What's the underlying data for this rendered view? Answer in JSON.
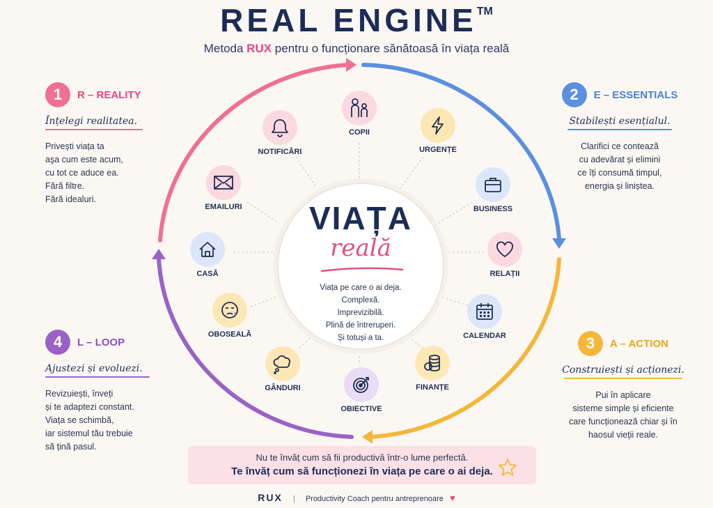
{
  "header": {
    "title": "REAL ENGINE",
    "tm": "TM",
    "subtitle_pre": "Metoda ",
    "subtitle_brand": "RUX",
    "subtitle_post": " pentru o funcționare sănătoasă în viața reală"
  },
  "steps": [
    {
      "num": "1",
      "label": "R – REALITY",
      "tagline": "Înțelegi realitatea.",
      "text": "Privești viața ta\naşa cum este acum,\ncu tot ce aduce ea.\nFără filtre.\nFără idealuri.",
      "color": "#ef6f95"
    },
    {
      "num": "2",
      "label": "E – ESSENTIALS",
      "tagline": "Stabilești esențialul.",
      "text": "Clarifici ce contează\ncu adevărat și elimini\nce îți consumă timpul,\nenergia și liniștea.",
      "color": "#5b8fe0"
    },
    {
      "num": "3",
      "label": "A – ACTION",
      "tagline": "Construiești și acționezi.",
      "text": "Pui în aplicare\nsisteme simple și eficiente\ncare funcționează chiar și în\nhaosul vieții reale.",
      "color": "#f4b73a"
    },
    {
      "num": "4",
      "label": "L – LOOP",
      "tagline": "Ajustezi și evoluezi.",
      "text": "Revizuiești, înveți\nși te adaptezi constant.\nViața se schimbă,\niar sistemul tău trebuie\nsă țină pasul.",
      "color": "#9a62c6"
    }
  ],
  "center": {
    "title": "VIAȚA",
    "script": "reală",
    "lines": [
      "Viața pe care o ai deja.",
      "Complexă.",
      "Imprevizibilă.",
      "Plină de întreruperi.",
      "Și totuși a ta."
    ]
  },
  "icons": [
    {
      "key": "copii",
      "label": "COPII",
      "icon": "children-icon",
      "bg": "#fbd9e0"
    },
    {
      "key": "urgente",
      "label": "URGENȚE",
      "icon": "lightning-icon",
      "bg": "#fde7b5"
    },
    {
      "key": "business",
      "label": "BUSINESS",
      "icon": "briefcase-icon",
      "bg": "#dce6fb"
    },
    {
      "key": "relatii",
      "label": "RELAȚII",
      "icon": "heart-icon",
      "bg": "#fbd9e0"
    },
    {
      "key": "calendar",
      "label": "CALENDAR",
      "icon": "calendar-icon",
      "bg": "#dce6fb"
    },
    {
      "key": "finante",
      "label": "FINANȚE",
      "icon": "coins-icon",
      "bg": "#fde7b5"
    },
    {
      "key": "obiective",
      "label": "OBIECTIVE",
      "icon": "target-icon",
      "bg": "#e9dcf6"
    },
    {
      "key": "ganduri",
      "label": "GÂNDURI",
      "icon": "thought-cloud-icon",
      "bg": "#fde7b5"
    },
    {
      "key": "oboseala",
      "label": "OBOSEALĂ",
      "icon": "tired-face-icon",
      "bg": "#fde7b5"
    },
    {
      "key": "casa",
      "label": "CASĂ",
      "icon": "house-icon",
      "bg": "#dce6fb"
    },
    {
      "key": "emailuri",
      "label": "EMAILURI",
      "icon": "envelope-icon",
      "bg": "#fbd9e0"
    },
    {
      "key": "notificari",
      "label": "NOTIFICĂRI",
      "icon": "bell-icon",
      "bg": "#fbd9e0"
    }
  ],
  "banner": {
    "line1": "Nu te învăț cum să fii productivă într-o lume perfectă.",
    "line2": "Te învăț cum să funcționezi în viața pe care o ai deja.",
    "icon": "star-icon"
  },
  "footer": {
    "brand": "RUX",
    "separator": "|",
    "role": "Productivity Coach pentru antreprenoare",
    "icon": "heart-icon"
  }
}
